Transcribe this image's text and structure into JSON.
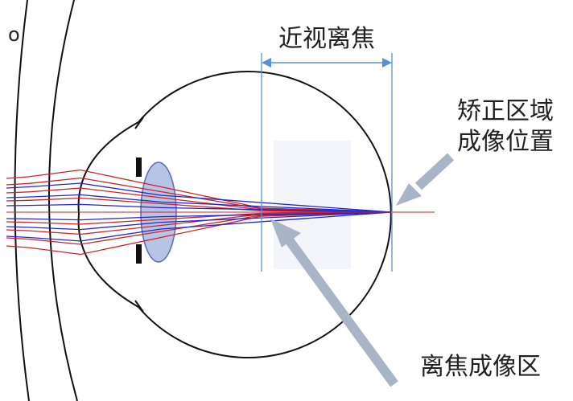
{
  "labels": {
    "myopic_defocus": "近视离焦",
    "correction_zone": "矫正区域",
    "correction_zone_line2": "成像位置",
    "defocus_zone": "离焦成像区",
    "corner_mark": "o"
  },
  "colors": {
    "outline": "#111111",
    "ray_red": "#c8252b",
    "ray_blue": "#2626c8",
    "lens_fill": "#b7c4e6",
    "lens_stroke": "#5a6db0",
    "iris": "#111111",
    "measure": "#5b8fd3",
    "arrow": "#a9b4c6"
  }
}
